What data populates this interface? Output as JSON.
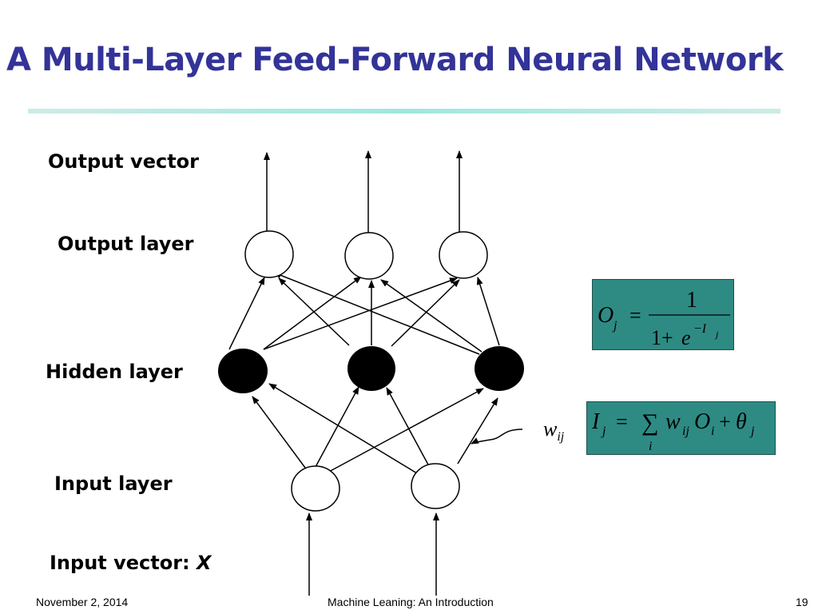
{
  "slide": {
    "title": "A Multi-Layer Feed-Forward Neural Network",
    "labels": {
      "output_vector": "Output vector",
      "output_layer": "Output layer",
      "hidden_layer": "Hidden layer",
      "input_layer": "Input layer",
      "input_vector": "Input vector: ",
      "input_vector_symbol": "X"
    },
    "weight_label": {
      "base": "w",
      "sub": "ij"
    },
    "formulas": {
      "output": "O_j = 1 / (1 + e^(-I_j))",
      "input": "I_j = Σ_i w_ij O_i + θ_j"
    },
    "footer": {
      "date": "November 2, 2014",
      "course": "Machine Leaning: An Introduction",
      "page": "19"
    },
    "colors": {
      "title": "#333399",
      "formula_bg": "#2e8b84",
      "rule": "#9fe7de",
      "hidden_node": "#000000"
    }
  }
}
